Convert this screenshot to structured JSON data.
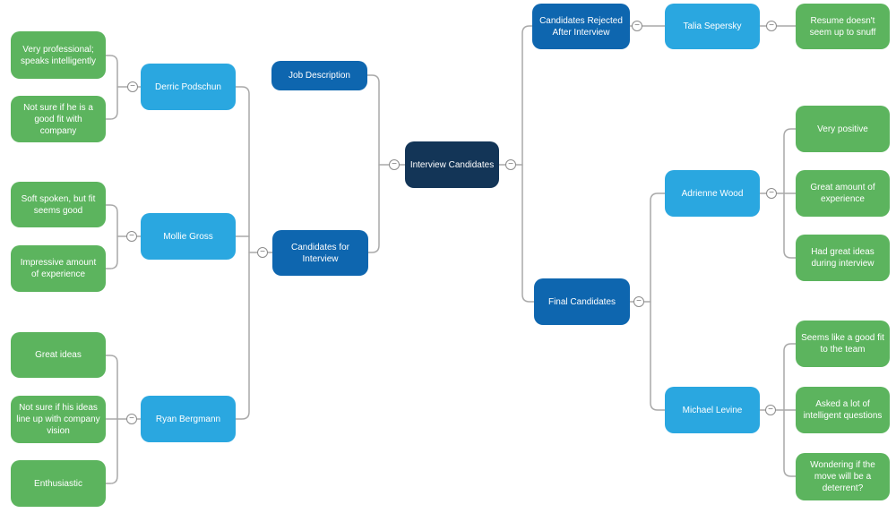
{
  "colors": {
    "canvas": "#ffffff",
    "root_topic": "#133557",
    "branch_topic": "#0e66af",
    "candidate_topic": "#2aa7e0",
    "note_topic": "#5cb45e",
    "topic_text": "#ffffff",
    "connector": "#a9a9a9",
    "toggle_border": "#8c8c8c"
  },
  "ui": {
    "collapse_glyph": "−"
  },
  "mindmap": {
    "root": {
      "label": "Interview Candidates"
    },
    "left_branch": {
      "job_description": {
        "label": "Job Description"
      },
      "candidates_for_interview": {
        "label": "Candidates for\nInterview",
        "candidates": [
          {
            "name": "Derric Podschun",
            "notes": [
              "Very professional;\nspeaks intelligently",
              "Not sure if he is a\ngood fit with\ncompany"
            ]
          },
          {
            "name": "Mollie Gross",
            "notes": [
              "Soft spoken, but fit\nseems good",
              "Impressive amount\nof experience"
            ]
          },
          {
            "name": "Ryan Bergmann",
            "notes": [
              "Great ideas",
              "Not sure if his ideas\nline up with company\nvision",
              "Enthusiastic"
            ]
          }
        ]
      }
    },
    "right_branch": {
      "candidates_rejected": {
        "label": "Candidates Rejected\nAfter Interview",
        "candidates": [
          {
            "name": "Talia Sepersky",
            "notes": [
              "Resume doesn't\nseem up to snuff"
            ]
          }
        ]
      },
      "final_candidates": {
        "label": "Final Candidates",
        "candidates": [
          {
            "name": "Adrienne Wood",
            "notes": [
              "Very positive",
              "Great amount of\nexperience",
              "Had great ideas\nduring interview"
            ]
          },
          {
            "name": "Michael Levine",
            "notes": [
              "Seems like a good fit\nto the team",
              "Asked a lot of\nintelligent questions",
              "Wondering if the\nmove will be a\ndeterrent?"
            ]
          }
        ]
      }
    }
  }
}
